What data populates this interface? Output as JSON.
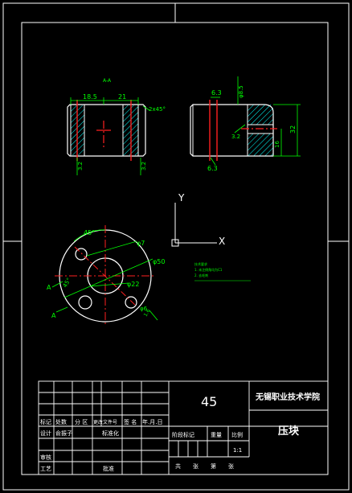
{
  "colors": {
    "background": "#000000",
    "frame": "#ffffff",
    "object": "#ffffff",
    "dimension": "#00ff00",
    "hatch": "#00ffff",
    "center": "#ff2020",
    "title_text": "#ffffff"
  },
  "section_label": "A-A",
  "left_view": {
    "dim_left": "18.5",
    "dim_right": "21",
    "chamfer": "2x45°",
    "dim_lower_left": "3.2",
    "dim_lower_right": "3.2"
  },
  "right_view": {
    "dim_top_left": "6.3",
    "dim_top_right": "φ8.5",
    "dim_height": "32",
    "dim_inner": "16",
    "dim_mid": "3.2",
    "dim_bottom": "6.3"
  },
  "ucs": {
    "y_label": "Y",
    "x_label": "X"
  },
  "front_view": {
    "angle": "45°",
    "dia_hole": "φ7",
    "dia_outer": "φ50",
    "dia_center": "φ22",
    "dim_small": "φ6",
    "section_mark_top": "A",
    "section_mark_bottom": "A",
    "roughness": "1.6"
  },
  "notes": [
    "技术要求",
    "1. 未注倒角均为C1",
    "2. 去毛刺"
  ],
  "title_block": {
    "material": "45",
    "school": "无锡职业技术学院",
    "part_name": "压块",
    "header_row": [
      "标记",
      "处数",
      "分 区",
      "更改文件号",
      "签 名",
      "年.月.日"
    ],
    "design_label": "设计",
    "designer": "俞振子",
    "standard_label": "标准化",
    "stage_header": [
      "阶段标记",
      "重量",
      "比例"
    ],
    "scale": "1:1",
    "review_label": "审核",
    "process_label": "工艺",
    "approve_label": "批准",
    "sheet_row": [
      "共",
      "张",
      "第",
      "张"
    ]
  }
}
